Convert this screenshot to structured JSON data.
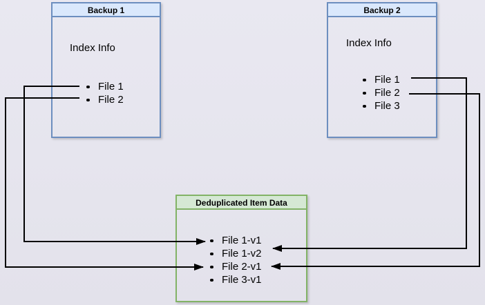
{
  "diagram": {
    "backup1": {
      "title": "Backup 1",
      "subtitle": "Index Info",
      "items": [
        "File 1",
        "File 2"
      ]
    },
    "backup2": {
      "title": "Backup 2",
      "subtitle": "Index Info",
      "items": [
        "File 1",
        "File 2",
        "File 3"
      ]
    },
    "dedup": {
      "title": "Deduplicated Item Data",
      "items": [
        "File 1-v1",
        "File 1-v2",
        "File 2-v1",
        "File 3-v1"
      ]
    },
    "connections": [
      {
        "from": "Backup 1 / File 1",
        "to": "Deduplicated Item Data / File 1-v1"
      },
      {
        "from": "Backup 1 / File 2",
        "to": "Deduplicated Item Data / File 2-v1"
      },
      {
        "from": "Backup 2 / File 1",
        "to": "Deduplicated Item Data / File 1-v2"
      },
      {
        "from": "Backup 2 / File 2",
        "to": "Deduplicated Item Data / File 2-v1"
      }
    ],
    "colors": {
      "blue_header_fill": "#dae8fc",
      "blue_border": "#6c8ebf",
      "green_header_fill": "#d5e8d4",
      "green_border": "#82b366",
      "arrow": "#000000",
      "background": "#e5e4ed"
    }
  }
}
